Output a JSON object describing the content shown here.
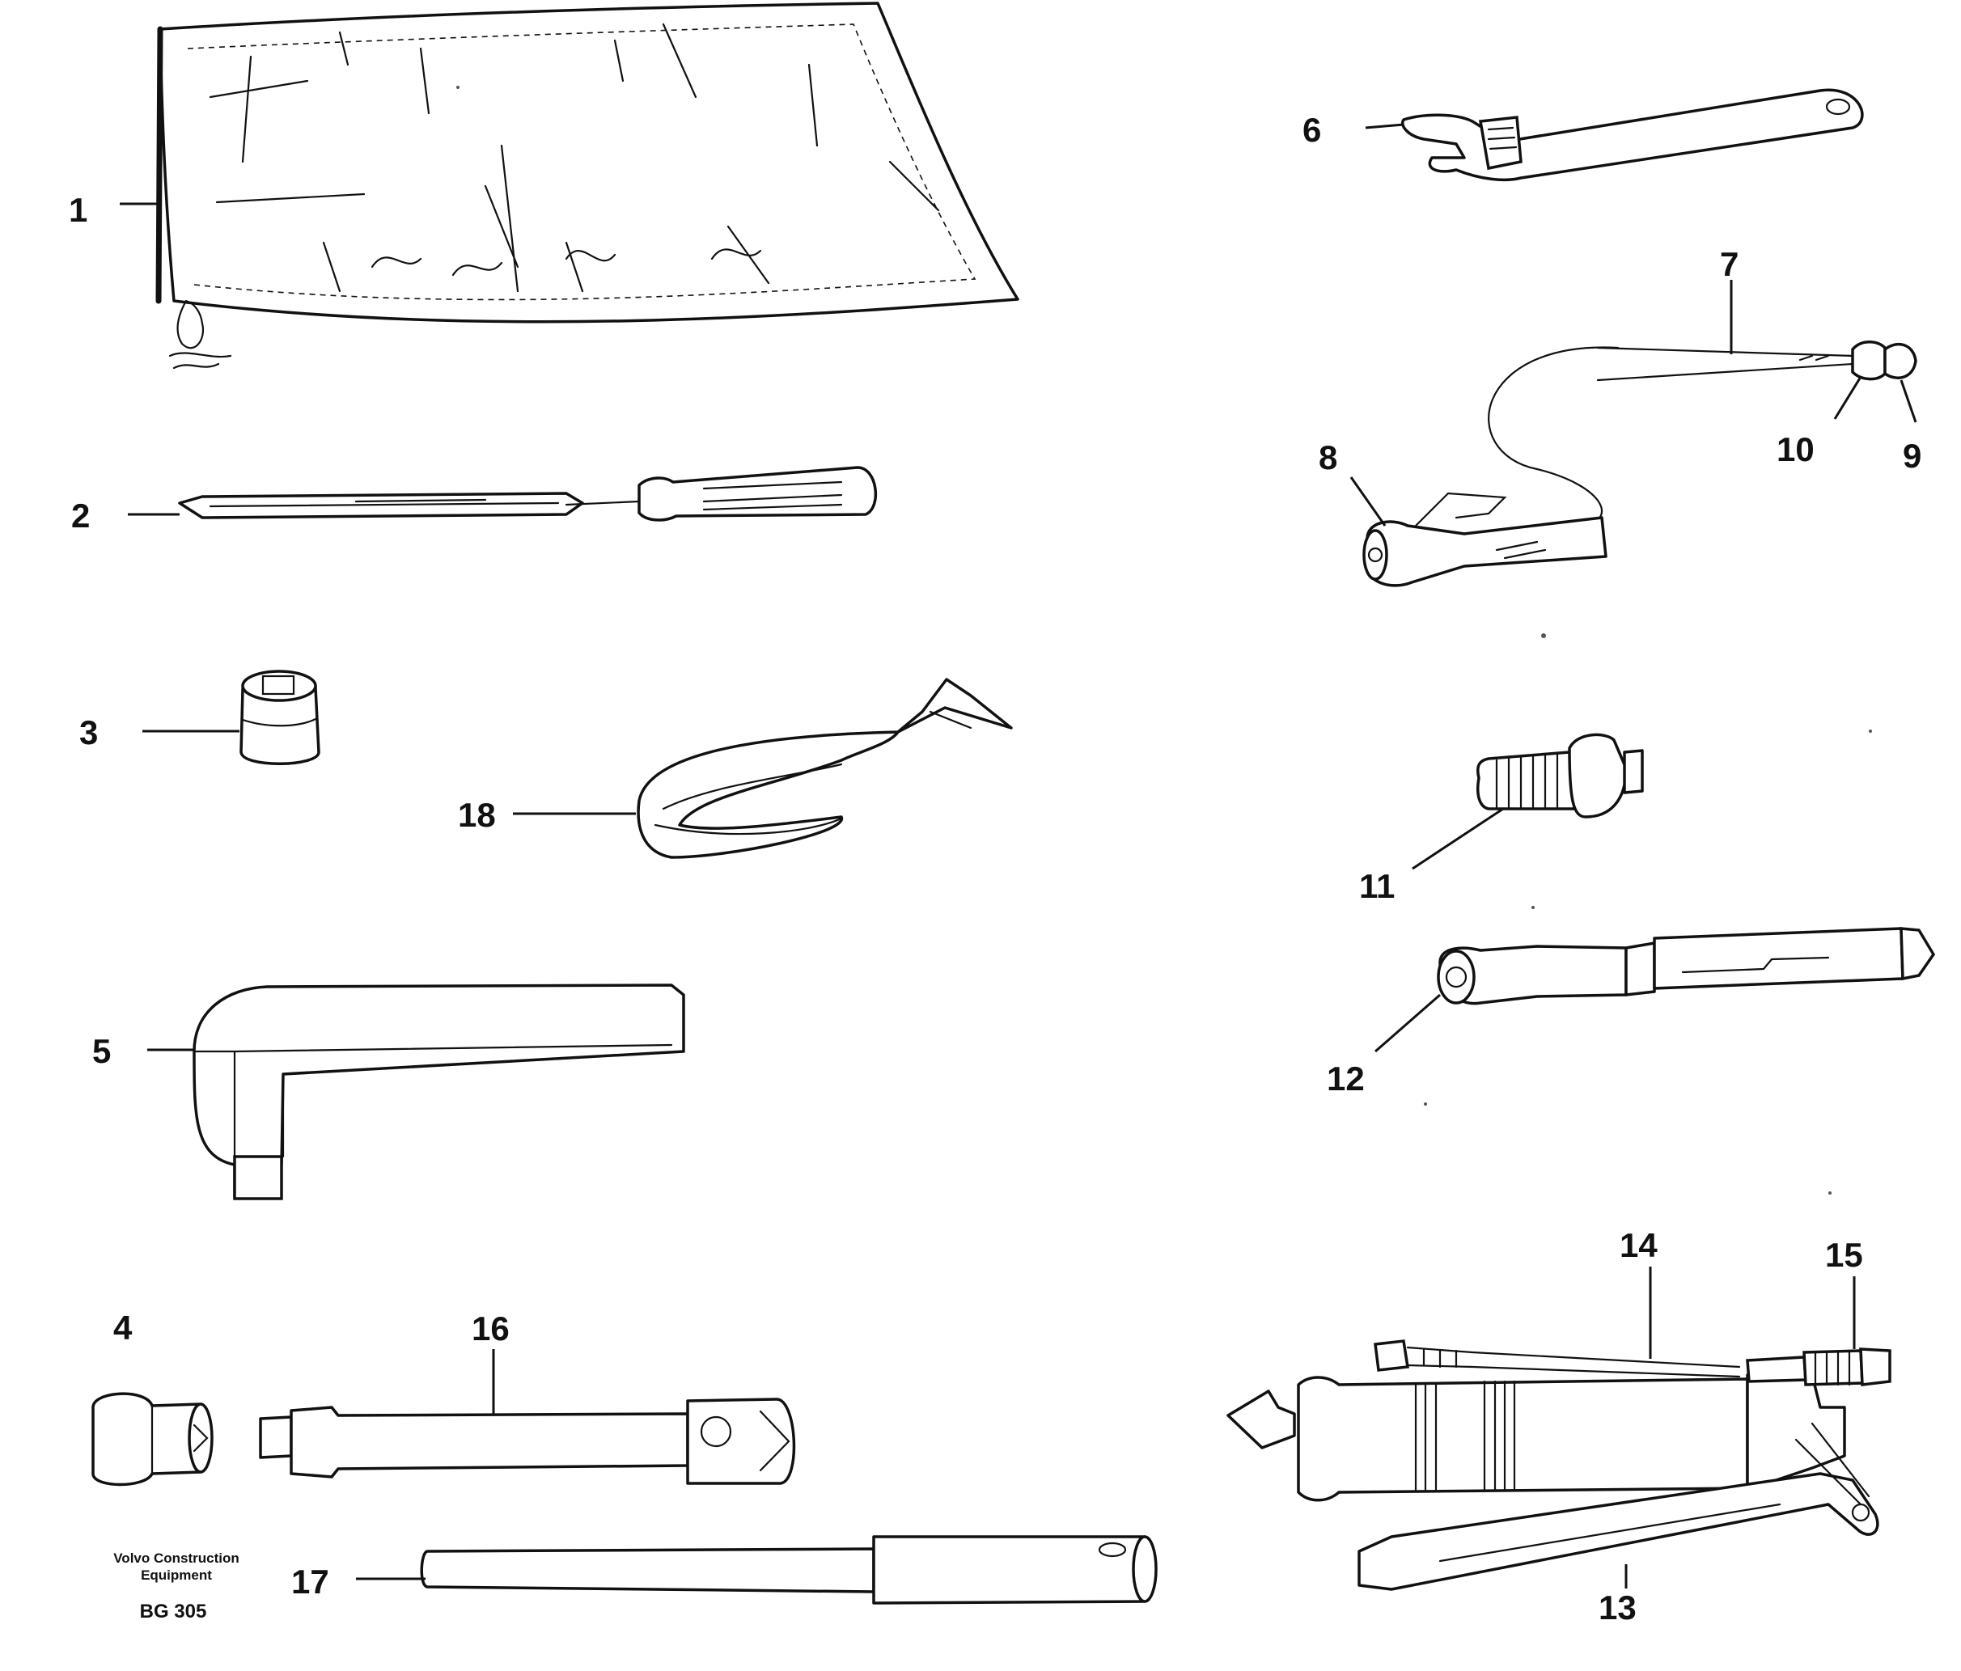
{
  "callouts": {
    "c1": "1",
    "c2": "2",
    "c3": "3",
    "c4": "4",
    "c5": "5",
    "c6": "6",
    "c7": "7",
    "c8": "8",
    "c9": "9",
    "c10": "10",
    "c11": "11",
    "c12": "12",
    "c13": "13",
    "c14": "14",
    "c15": "15",
    "c16": "16",
    "c17": "17",
    "c18": "18"
  },
  "footer": {
    "company_line1": "Volvo Construction",
    "company_line2": "Equipment",
    "code": "BG 305"
  }
}
